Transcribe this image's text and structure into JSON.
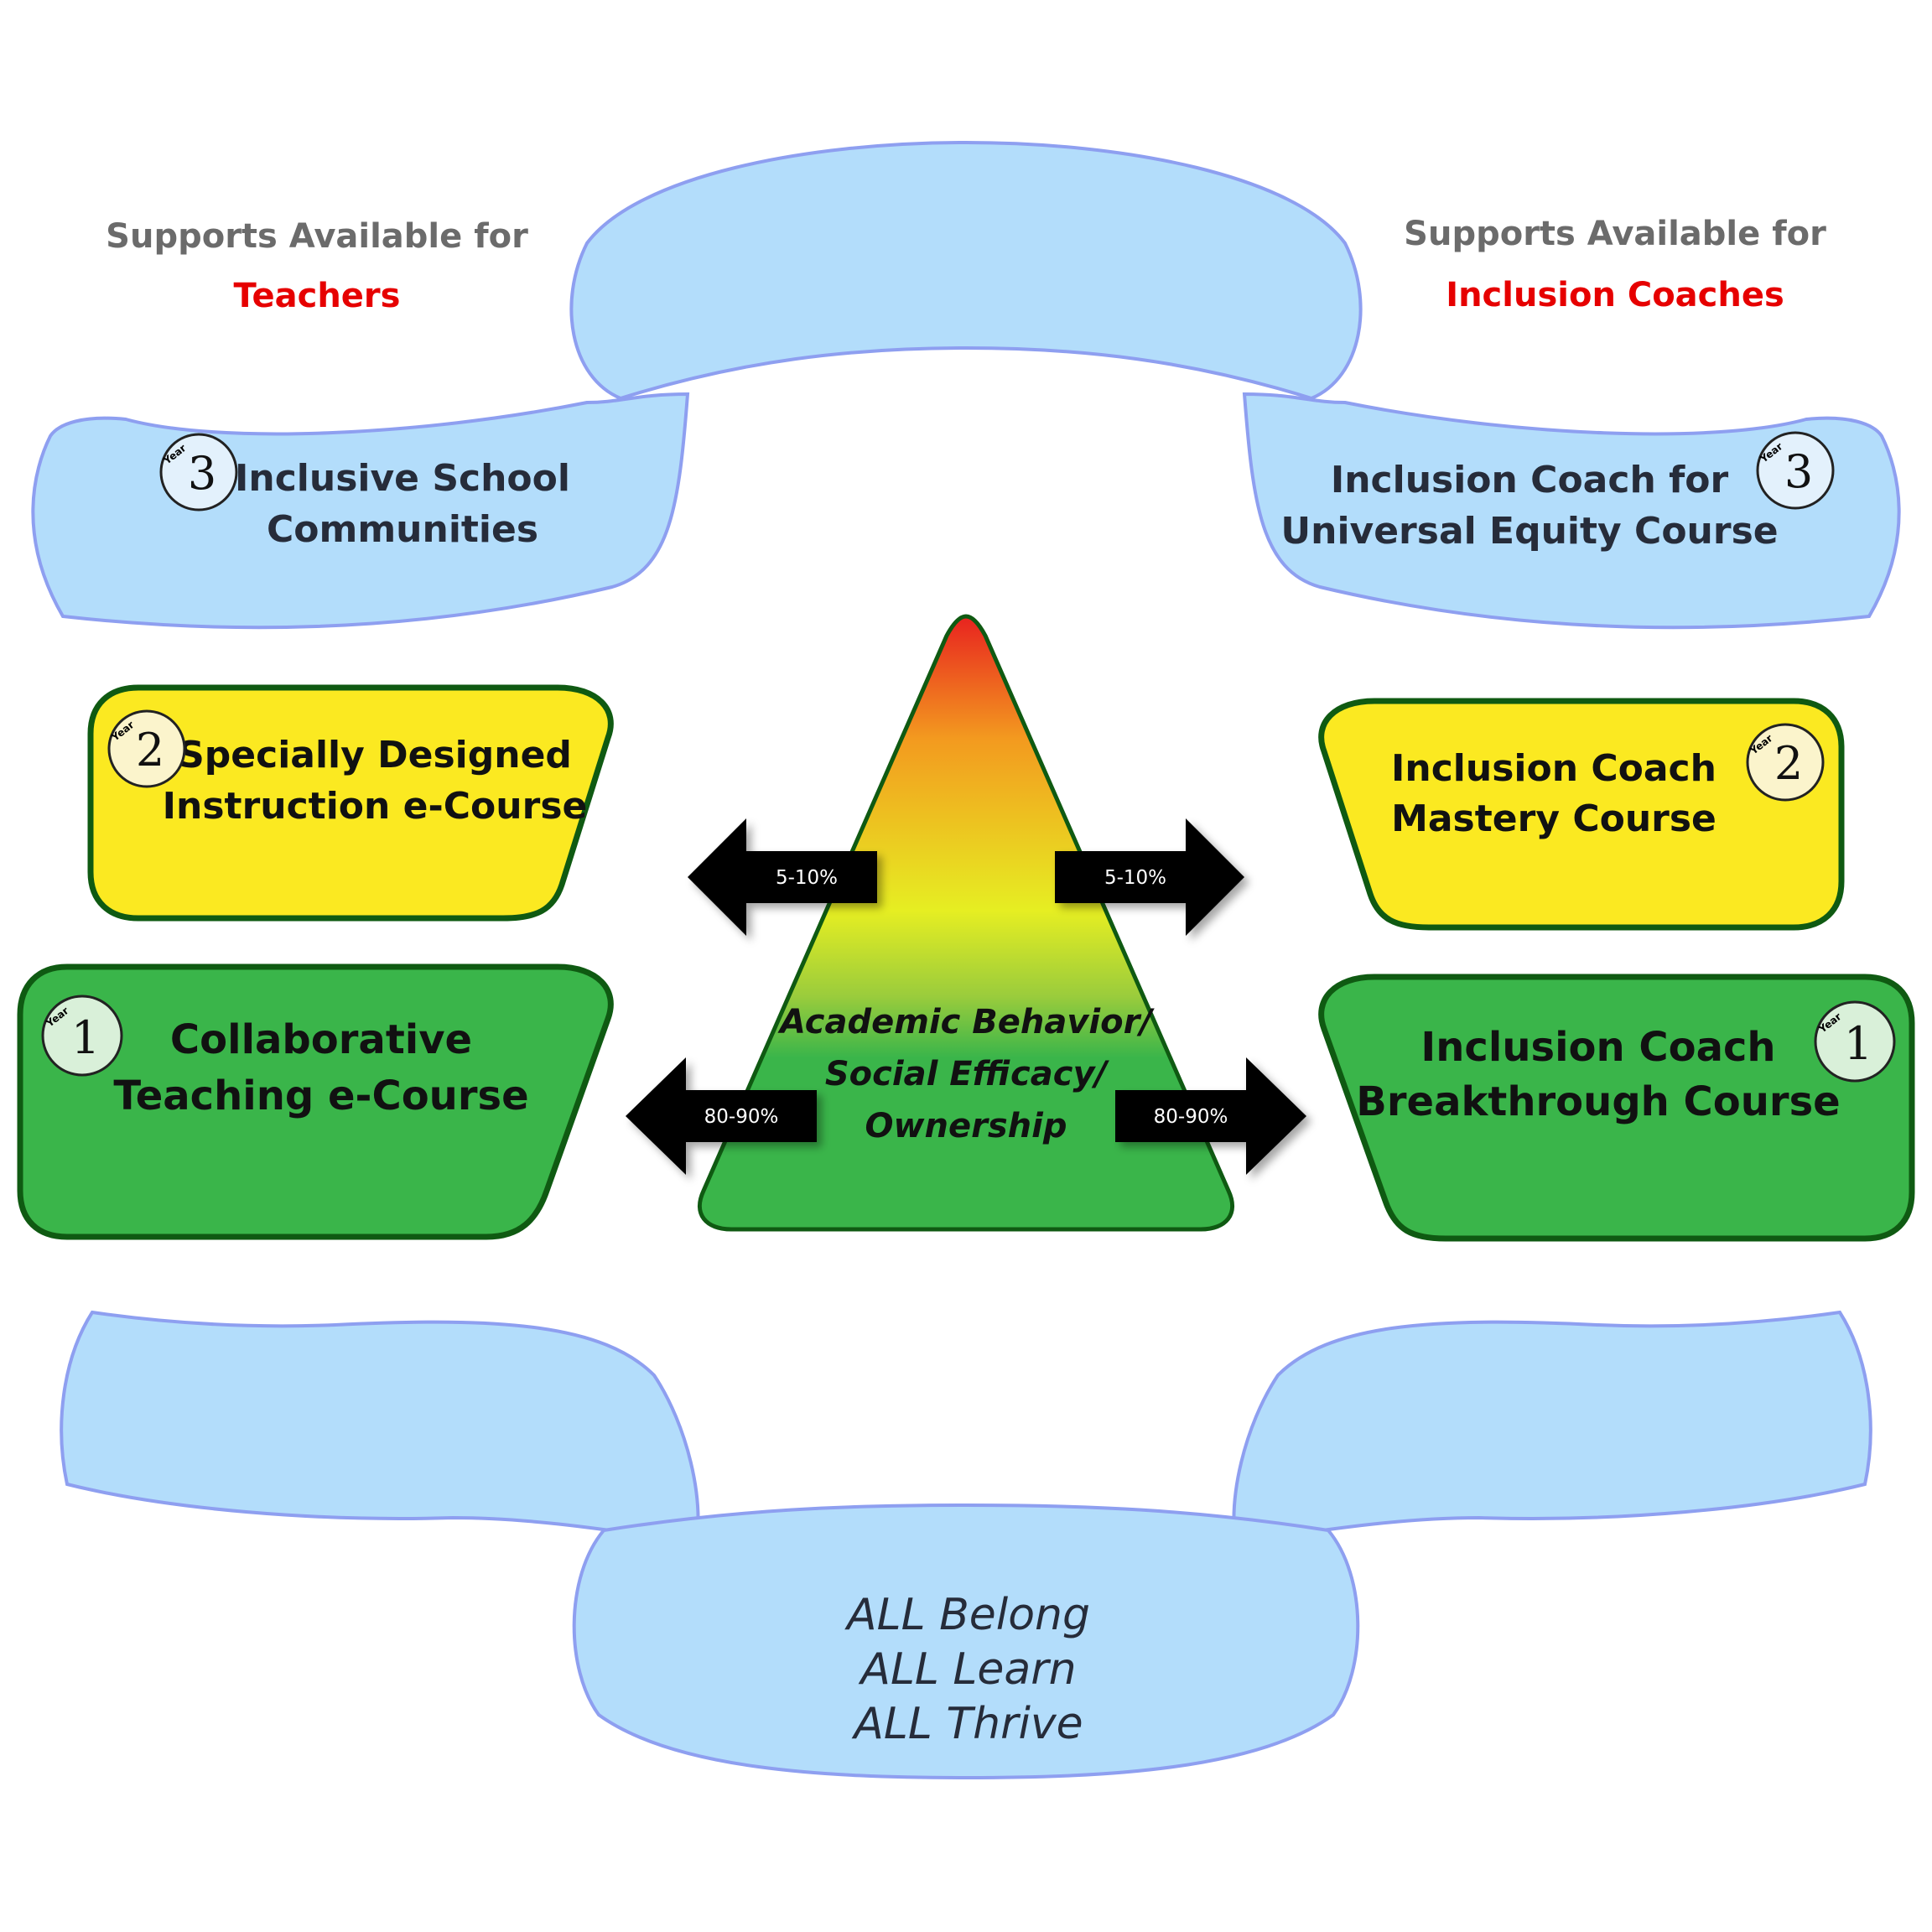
{
  "headings": {
    "left": {
      "line1": "Supports Available for",
      "line2": "Teachers"
    },
    "right": {
      "line1": "Supports Available for",
      "line2": "Inclusion Coaches"
    }
  },
  "teacher_courses": [
    {
      "year": "3",
      "line1": "Inclusive School",
      "line2": "Communities"
    },
    {
      "year": "2",
      "line1": "Specially Designed",
      "line2": "Instruction e-Course"
    },
    {
      "year": "1",
      "line1": "Collaborative",
      "line2": "Teaching e-Course"
    }
  ],
  "coach_courses": [
    {
      "year": "3",
      "line1": "Inclusion Coach for",
      "line2": "Universal Equity Course"
    },
    {
      "year": "2",
      "line1": "Inclusion Coach",
      "line2": "Mastery Course"
    },
    {
      "year": "1",
      "line1": "Inclusion Coach",
      "line2": "Breakthrough Course"
    }
  ],
  "badge_caption": "Year",
  "pyramid": {
    "lines": [
      "Academic Behavior/",
      "Social Efficacy/",
      "Ownership"
    ]
  },
  "arrows": {
    "upper": "5-10%",
    "lower": "80-90%"
  },
  "banner": {
    "lines": [
      "ALL Belong",
      "ALL Learn",
      "ALL Thrive"
    ]
  },
  "colors": {
    "heading_gray": "#6b6b6b",
    "heading_red": "#e60000",
    "ribbon_fill": "#b3ddfb",
    "ribbon_stroke": "#8e9ff0",
    "yellow_fill": "#fbe921",
    "green_fill": "#3ab54a",
    "box_border": "#0f5a12",
    "badge_green": "#d9f0d9",
    "badge_yellow": "#fbf4cc",
    "badge_blue": "#e3f1fc",
    "arrow_black": "#050505",
    "pyramid_top": "#e8231f",
    "pyramid_upper": "#f39a1f",
    "pyramid_mid": "#e6ee22",
    "pyramid_lower": "#9acc3c",
    "pyramid_base": "#3ab54a"
  }
}
